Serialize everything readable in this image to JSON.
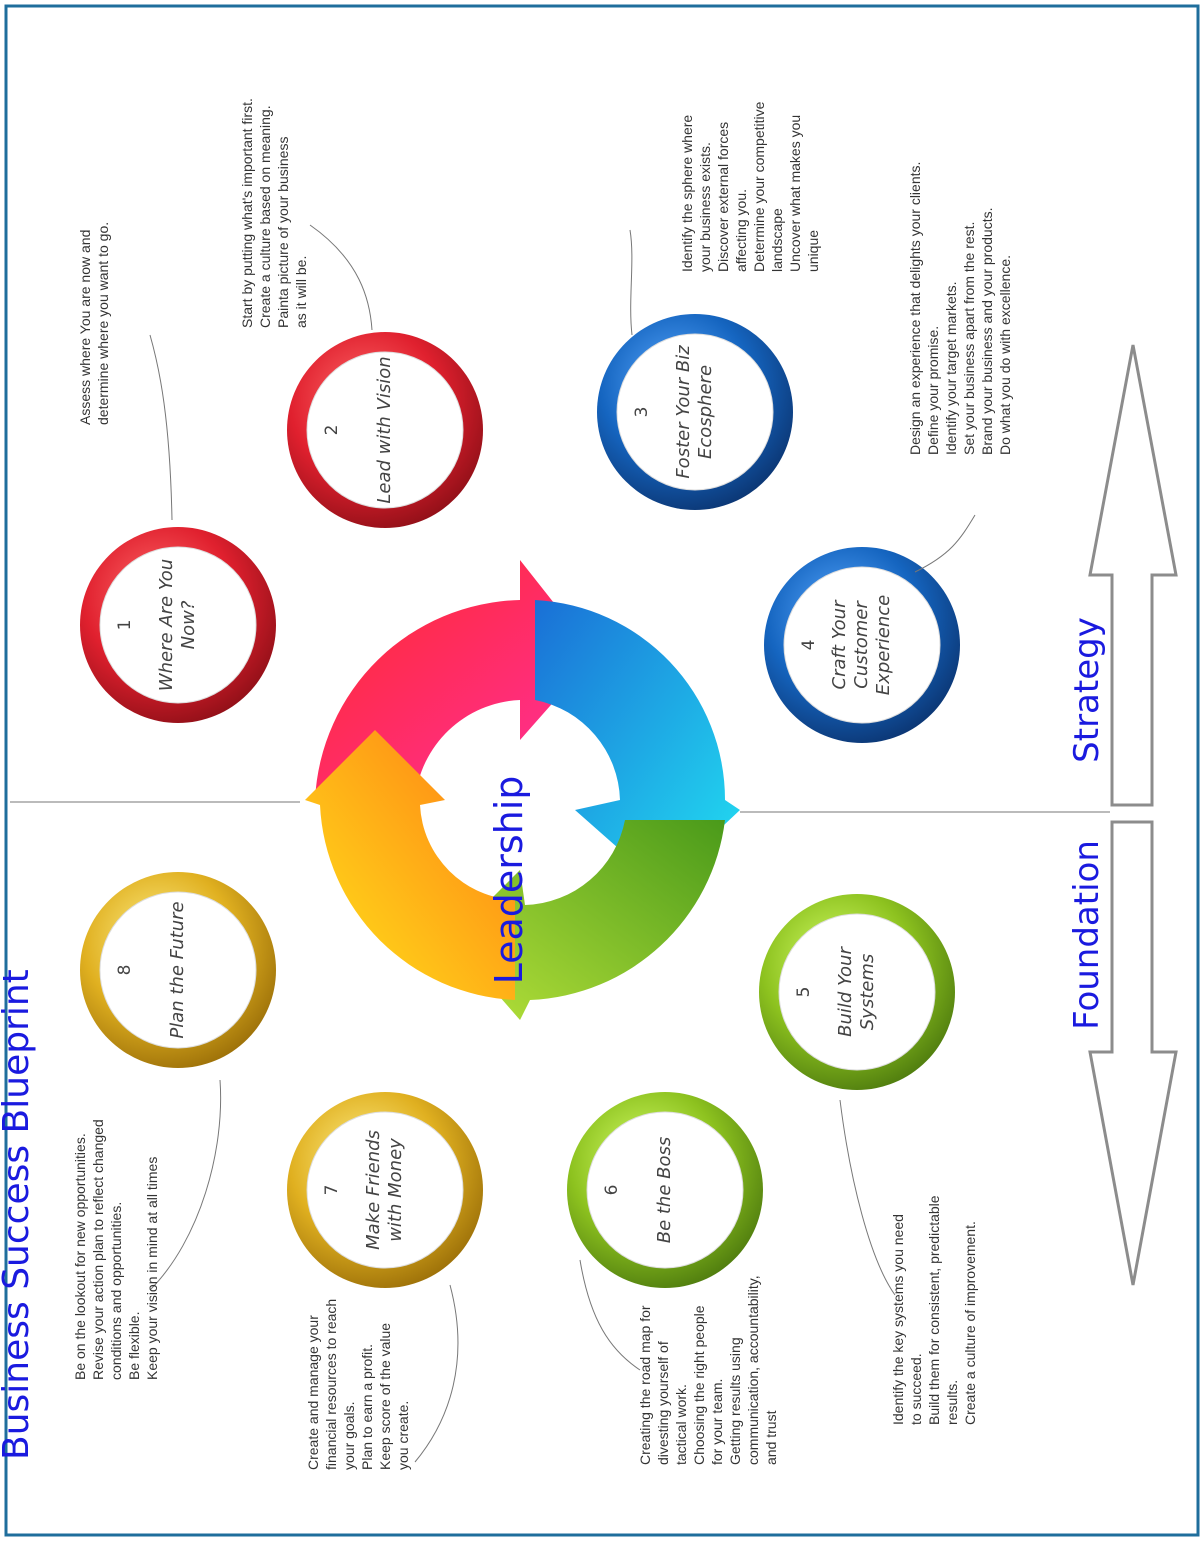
{
  "title": "Business Success Blueprint",
  "center_label": "Leadership",
  "zones": {
    "strategy": "Strategy",
    "foundation": "Foundation"
  },
  "steps": [
    {
      "number": "1",
      "label_lines": [
        "Where Are You",
        "Now?"
      ],
      "color": "#e0202e",
      "description": [
        "Assess where You are now and",
        "determine where you want to go."
      ]
    },
    {
      "number": "2",
      "label_lines": [
        "Lead with Vision"
      ],
      "color": "#e0202e",
      "description": [
        "Start by putting what's important first.",
        "Create a culture based on meaning.",
        "Painta picture of your business",
        "as it will be."
      ]
    },
    {
      "number": "3",
      "label_lines": [
        "Foster Your Biz",
        "Ecosphere"
      ],
      "color": "#1565c0",
      "description": [
        "Identify the sphere where",
        "your business exists.",
        "Discover external forces",
        "affecting you.",
        "Determine your competitive",
        "landscape",
        "Uncover what makes you",
        "unique"
      ]
    },
    {
      "number": "4",
      "label_lines": [
        "Craft Your",
        "Customer",
        "Experience"
      ],
      "color": "#1565c0",
      "description": [
        "Design an experience that delights your clients.",
        "Define your promise.",
        "Identify your target markets.",
        "Set your business apart from the rest.",
        "Brand your business and your products.",
        "Do what you do with excellence."
      ]
    },
    {
      "number": "5",
      "label_lines": [
        "Build Your",
        "Systems"
      ],
      "color": "#8dc21f",
      "description": [
        "Identify the key systems you need",
        "to succeed.",
        "Build them for consistent, predictable",
        "results.",
        "Create a culture of improvement."
      ]
    },
    {
      "number": "6",
      "label_lines": [
        "Be the Boss"
      ],
      "color": "#8dc21f",
      "description": [
        "Creating the road map for",
        "divesting yourself of",
        "tactical work.",
        "Choosing the right people",
        "for your team.",
        "Getting results using",
        "communication, accountability,",
        "and trust"
      ]
    },
    {
      "number": "7",
      "label_lines": [
        "Make Friends",
        "with Money"
      ],
      "color": "#e0b020",
      "description": [
        "Create and manage your",
        "financial resources to reach",
        "your goals.",
        "Plan to earn a profit.",
        "Keep score of the value",
        "you create."
      ]
    },
    {
      "number": "8",
      "label_lines": [
        "Plan the Future"
      ],
      "color": "#e0b020",
      "description": [
        "Be on the lookout for new opportunities.",
        "Revise your action plan to reflect changed",
        "conditions and opportunities.",
        "Be flexible.",
        "Keep your vision in mind at all times"
      ]
    }
  ],
  "colors": {
    "title_blue": "#1a1adf",
    "frame": "#1f6e9c",
    "red": "#e0202e",
    "blue": "#1565c0",
    "green": "#8dc21f",
    "yellow": "#e0b020",
    "arrow_gray": "#8c8c8c"
  }
}
